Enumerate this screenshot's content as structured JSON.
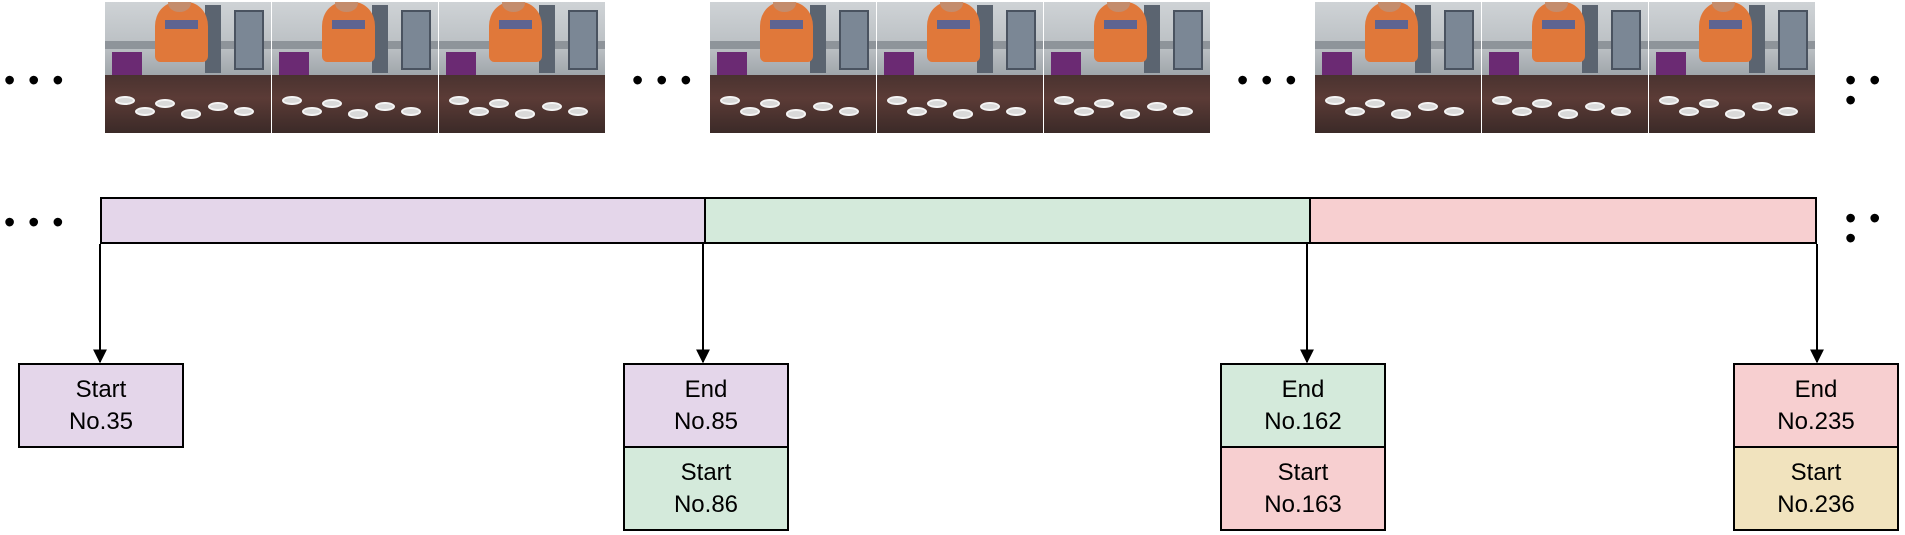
{
  "colors": {
    "purple": "#e4d6ea",
    "green": "#d4eadb",
    "red": "#f7cfd0",
    "yellow": "#f1e3be"
  },
  "ellipsis": "• • •",
  "frames": [
    "Video frame showing a person in an orange hoodie at a lab workbench",
    "Video frame showing a person in an orange hoodie at a lab workbench",
    "Video frame showing a person in an orange hoodie at a lab workbench",
    "Video frame showing a person in an orange hoodie at a lab workbench",
    "Video frame showing a person in an orange hoodie at a lab workbench",
    "Video frame showing a person in an orange hoodie at a lab workbench",
    "Video frame showing a person in an orange hoodie at a lab workbench",
    "Video frame showing a person in an orange hoodie at a lab workbench",
    "Video frame showing a person in an orange hoodie at a lab workbench"
  ],
  "segments": [
    {
      "color": "purple",
      "start": 35,
      "end": 85
    },
    {
      "color": "green",
      "start": 86,
      "end": 162
    },
    {
      "color": "red",
      "start": 163,
      "end": 235
    }
  ],
  "boxes": {
    "b1": {
      "top_word": "Start",
      "top_no": "No.35"
    },
    "b2": {
      "top_word": "End",
      "top_no": "No.85",
      "bottom_word": "Start",
      "bottom_no": "No.86"
    },
    "b3": {
      "top_word": "End",
      "top_no": "No.162",
      "bottom_word": "Start",
      "bottom_no": "No.163"
    },
    "b4": {
      "top_word": "End",
      "top_no": "No.235",
      "bottom_word": "Start",
      "bottom_no": "No.236"
    }
  }
}
